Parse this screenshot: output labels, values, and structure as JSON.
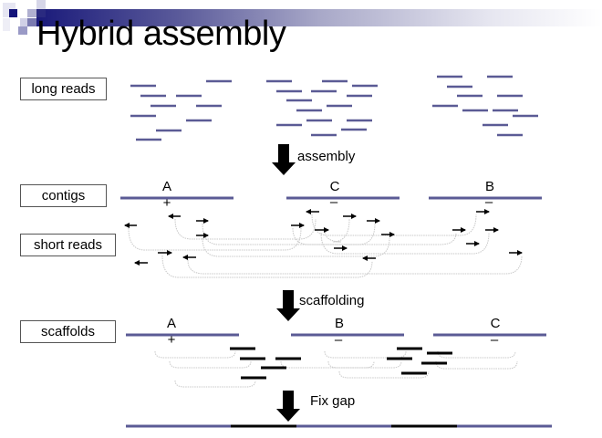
{
  "title": "Hybrid assembly",
  "row_labels": {
    "long_reads": "long reads",
    "contigs": "contigs",
    "short_reads": "short reads",
    "scaffolds": "scaffolds"
  },
  "steps": {
    "assembly": "assembly",
    "scaffolding": "scaffolding",
    "fix_gap": "Fix gap"
  },
  "contigs": [
    {
      "name": "A",
      "strand": "+"
    },
    {
      "name": "C",
      "strand": "–"
    },
    {
      "name": "B",
      "strand": "–"
    }
  ],
  "scaffolds": [
    {
      "name": "A",
      "strand": "+"
    },
    {
      "name": "B",
      "strand": "–"
    },
    {
      "name": "C",
      "strand": "–"
    }
  ],
  "colors": {
    "contig": "#5b5b95",
    "read": "#5b5b95",
    "gap_fill": "#000000",
    "link": "#c8c8c8",
    "arrow": "#000000"
  },
  "final_assembly_segments": [
    "contig",
    "gap",
    "contig",
    "gap",
    "contig"
  ]
}
